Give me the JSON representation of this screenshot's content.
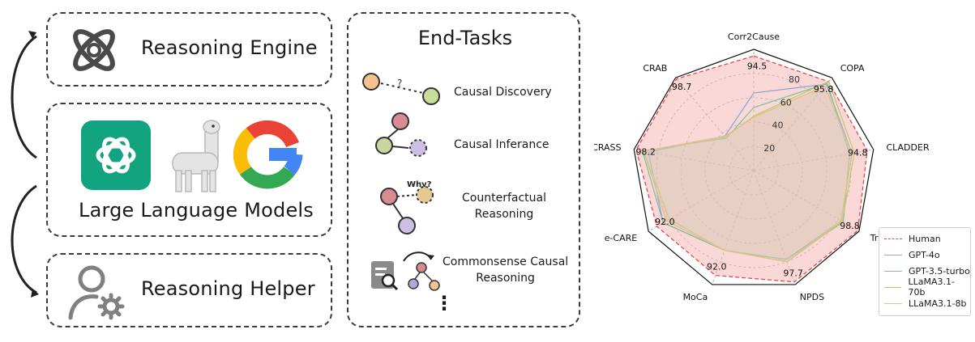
{
  "left": {
    "engine_label": "Reasoning Engine",
    "llm_label": "Large Language Models",
    "helper_label": "Reasoning Helper"
  },
  "end_tasks": {
    "title": "End-Tasks",
    "items": [
      {
        "label": "Causal Discovery"
      },
      {
        "label": "Causal Inferance"
      },
      {
        "label": "Counterfactual\nReasoning",
        "tag": "Why?"
      },
      {
        "label": "Commonsense Causal\nReasoning"
      }
    ],
    "more": "⋮"
  },
  "chart_data": {
    "type": "radar",
    "axes": [
      "Corr2Cause",
      "COPA",
      "CLADDER",
      "Tram",
      "NPDS",
      "MoCa",
      "e-CARE",
      "CRASS",
      "CRAB"
    ],
    "radial_ticks": [
      20,
      40,
      60,
      80
    ],
    "rmax": 100,
    "series": [
      {
        "name": "Human",
        "values": [
          94.5,
          95.8,
          94.8,
          98.8,
          97.7,
          92.0,
          92.0,
          98.2,
          98.7
        ],
        "color": "#e8474a",
        "fill": "#f5b8b8",
        "dashed": true
      },
      {
        "name": "GPT-4o",
        "values": [
          64,
          93,
          82,
          83,
          78,
          70,
          86,
          88,
          37
        ],
        "color": "#8ea8d4",
        "fill": "none"
      },
      {
        "name": "GPT-3.5-turbo",
        "values": [
          52,
          94,
          80,
          85,
          78,
          70,
          86,
          93,
          35
        ],
        "color": "#7fc39a",
        "fill": "none"
      },
      {
        "name": "LLaMA3.1-70b",
        "values": [
          45,
          96,
          84,
          84,
          80,
          70,
          80,
          92,
          36
        ],
        "color": "#bccc73",
        "fill": "none"
      },
      {
        "name": "LLaMA3.1-8b",
        "values": [
          44,
          91,
          82,
          83,
          80,
          70,
          83,
          92,
          37
        ],
        "color": "#e6bd8a",
        "fill": "#d8c9b4"
      }
    ],
    "human_value_labels": [
      "94.5",
      "95.8",
      "94.8",
      "98.8",
      "97.7",
      "92.0",
      "92.0",
      "98.2",
      "98.7"
    ],
    "legend_position": "bottom-right"
  }
}
